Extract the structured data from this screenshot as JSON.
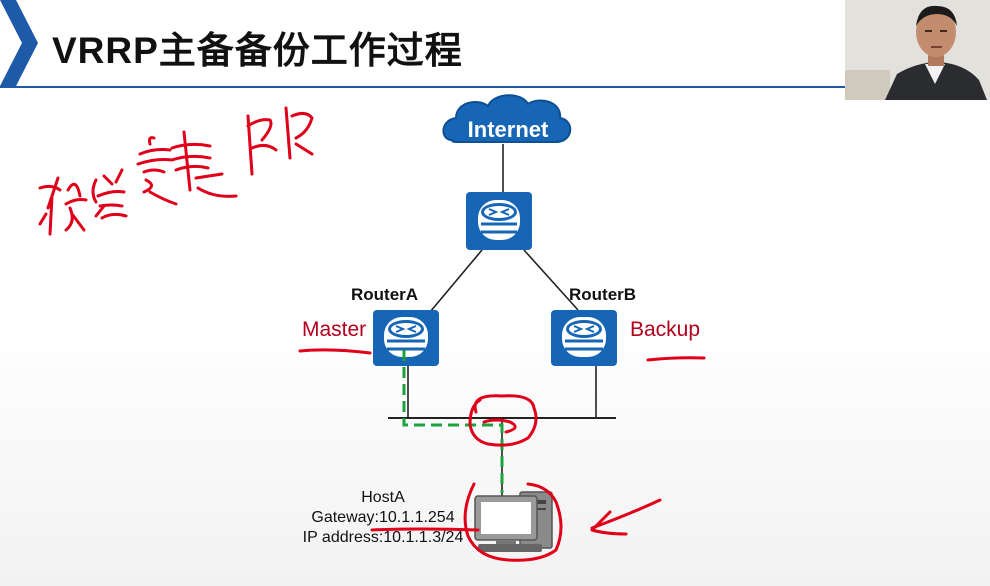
{
  "slide": {
    "title": "VRRP主备备份工作过程"
  },
  "diagram": {
    "internet_label": "Internet",
    "router_a": {
      "name": "RouterA",
      "role": "Master"
    },
    "router_b": {
      "name": "RouterB",
      "role": "Backup"
    },
    "host": {
      "name": "HostA",
      "gateway": "Gateway:10.1.1.254",
      "ip": "IP address:10.1.1.3/24"
    }
  },
  "colors": {
    "icon_blue": "#1766b5",
    "annotation_red": "#e0001a",
    "path_green": "#1aa33c",
    "role_text": "#b3001b"
  }
}
